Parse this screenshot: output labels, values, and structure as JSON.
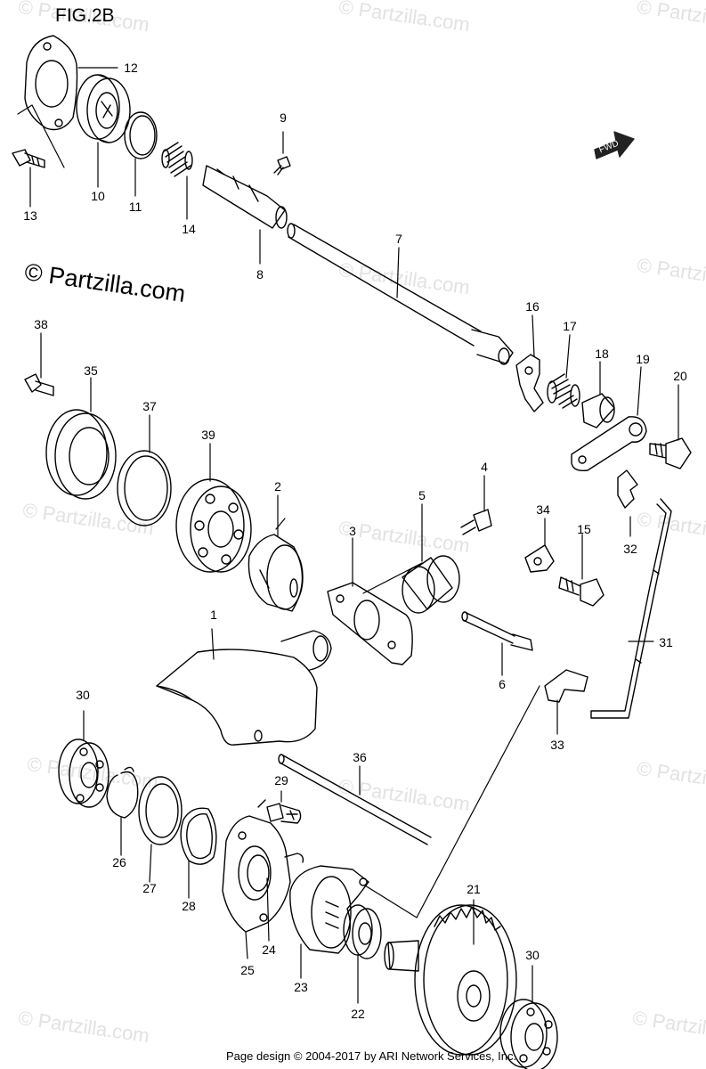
{
  "figure": {
    "title": "FIG.2B",
    "copyright": "© Partzilla.com",
    "footer": "Page design © 2004-2017 by ARI Network Services, Inc.",
    "fwd_label": "FWD",
    "watermark": "© Partzilla.com"
  },
  "callouts": {
    "n1": "1",
    "n2": "2",
    "n3": "3",
    "n4": "4",
    "n5": "5",
    "n6": "6",
    "n7": "7",
    "n8": "8",
    "n9": "9",
    "n10": "10",
    "n11": "11",
    "n12": "12",
    "n13": "13",
    "n14": "14",
    "n15": "15",
    "n16": "16",
    "n17": "17",
    "n18": "18",
    "n19": "19",
    "n20": "20",
    "n21": "21",
    "n22": "22",
    "n23": "23",
    "n24": "24",
    "n25": "25",
    "n26": "26",
    "n27": "27",
    "n28": "28",
    "n29": "29",
    "n30a": "30",
    "n30b": "30",
    "n31": "31",
    "n32": "32",
    "n33": "33",
    "n34": "34",
    "n35": "35",
    "n36": "36",
    "n37": "37",
    "n38": "38",
    "n39": "39"
  },
  "colors": {
    "ink": "#000000",
    "watermark": "#e2e2e2",
    "arrow_fill": "#222222"
  }
}
